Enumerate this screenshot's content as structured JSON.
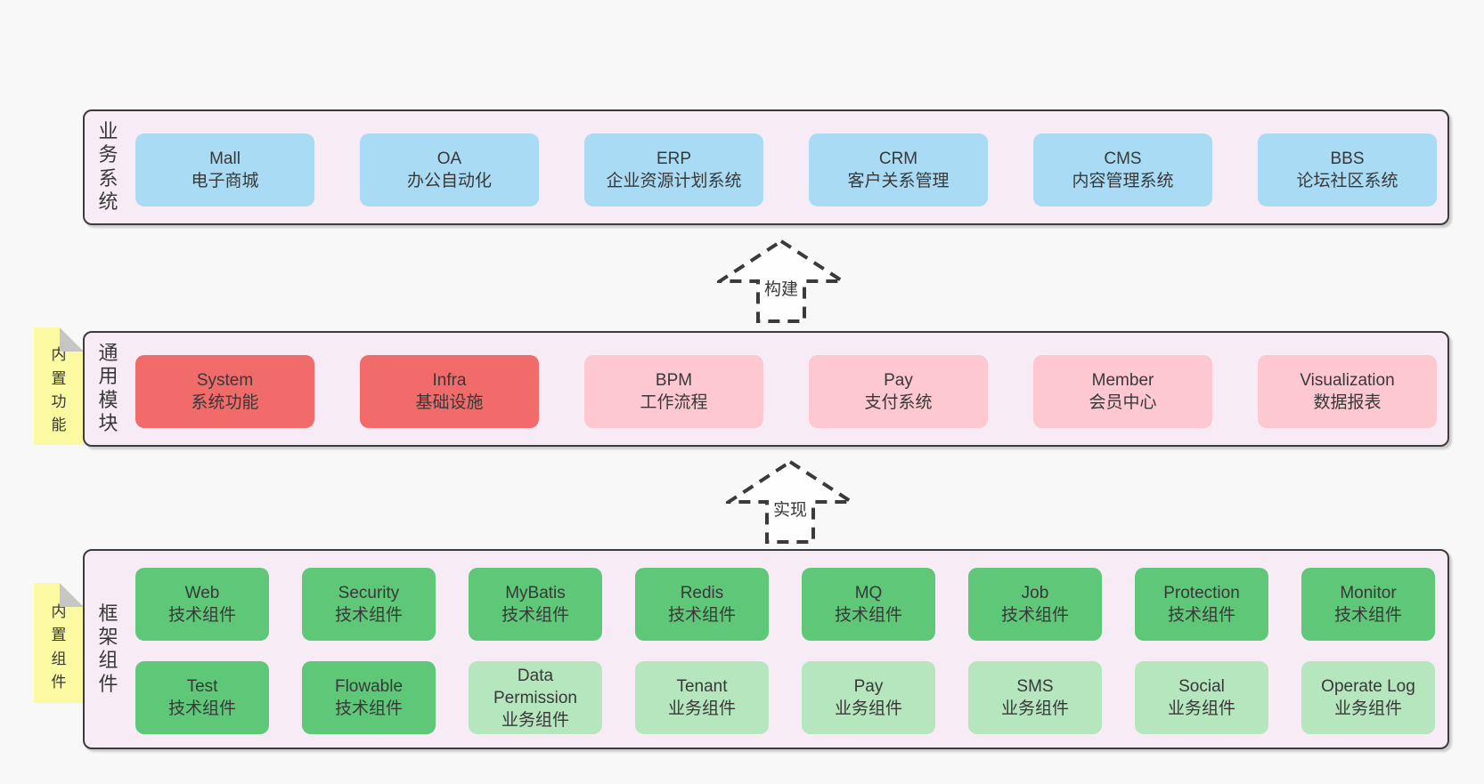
{
  "colors": {
    "page_bg": "#f8f8f8",
    "panel_bg": "#f7ecf5",
    "panel_border": "#3c3c3c",
    "blue_box": "#a9dcf4",
    "red_box": "#f16b6b",
    "pink_box": "#fdc8d0",
    "green_box": "#5fc878",
    "green_light_box": "#b6e6be",
    "note_yellow": "#fbfaa3",
    "note_fold": "#c6c6c6",
    "text": "#383838"
  },
  "panels": [
    {
      "name": "业务系统",
      "boxes": [
        {
          "title": "Mall",
          "subtitle": "电子商城"
        },
        {
          "title": "OA",
          "subtitle": "办公自动化"
        },
        {
          "title": "ERP",
          "subtitle": "企业资源计划系统"
        },
        {
          "title": "CRM",
          "subtitle": "客户关系管理"
        },
        {
          "title": "CMS",
          "subtitle": "内容管理系统"
        },
        {
          "title": "BBS",
          "subtitle": "论坛社区系统"
        }
      ]
    },
    {
      "name": "通用模块",
      "note": "内置功能",
      "boxes": [
        {
          "title": "System",
          "subtitle": "系统功能"
        },
        {
          "title": "Infra",
          "subtitle": "基础设施"
        },
        {
          "title": "BPM",
          "subtitle": "工作流程"
        },
        {
          "title": "Pay",
          "subtitle": "支付系统"
        },
        {
          "title": "Member",
          "subtitle": "会员中心"
        },
        {
          "title": "Visualization",
          "subtitle": "数据报表"
        }
      ]
    },
    {
      "name": "框架组件",
      "note": "内置组件",
      "rows": [
        [
          {
            "title": "Web",
            "subtitle": "技术组件"
          },
          {
            "title": "Security",
            "subtitle": "技术组件"
          },
          {
            "title": "MyBatis",
            "subtitle": "技术组件"
          },
          {
            "title": "Redis",
            "subtitle": "技术组件"
          },
          {
            "title": "MQ",
            "subtitle": "技术组件"
          },
          {
            "title": "Job",
            "subtitle": "技术组件"
          },
          {
            "title": "Protection",
            "subtitle": "技术组件"
          },
          {
            "title": "Monitor",
            "subtitle": "技术组件"
          }
        ],
        [
          {
            "title": "Test",
            "subtitle": "技术组件"
          },
          {
            "title": "Flowable",
            "subtitle": "技术组件"
          },
          {
            "title": "Data Permission",
            "subtitle": "业务组件"
          },
          {
            "title": "Tenant",
            "subtitle": "业务组件"
          },
          {
            "title": "Pay",
            "subtitle": "业务组件"
          },
          {
            "title": "SMS",
            "subtitle": "业务组件"
          },
          {
            "title": "Social",
            "subtitle": "业务组件"
          },
          {
            "title": "Operate Log",
            "subtitle": "业务组件"
          }
        ]
      ]
    }
  ],
  "arrows": [
    {
      "label": "构建"
    },
    {
      "label": "实现"
    }
  ]
}
